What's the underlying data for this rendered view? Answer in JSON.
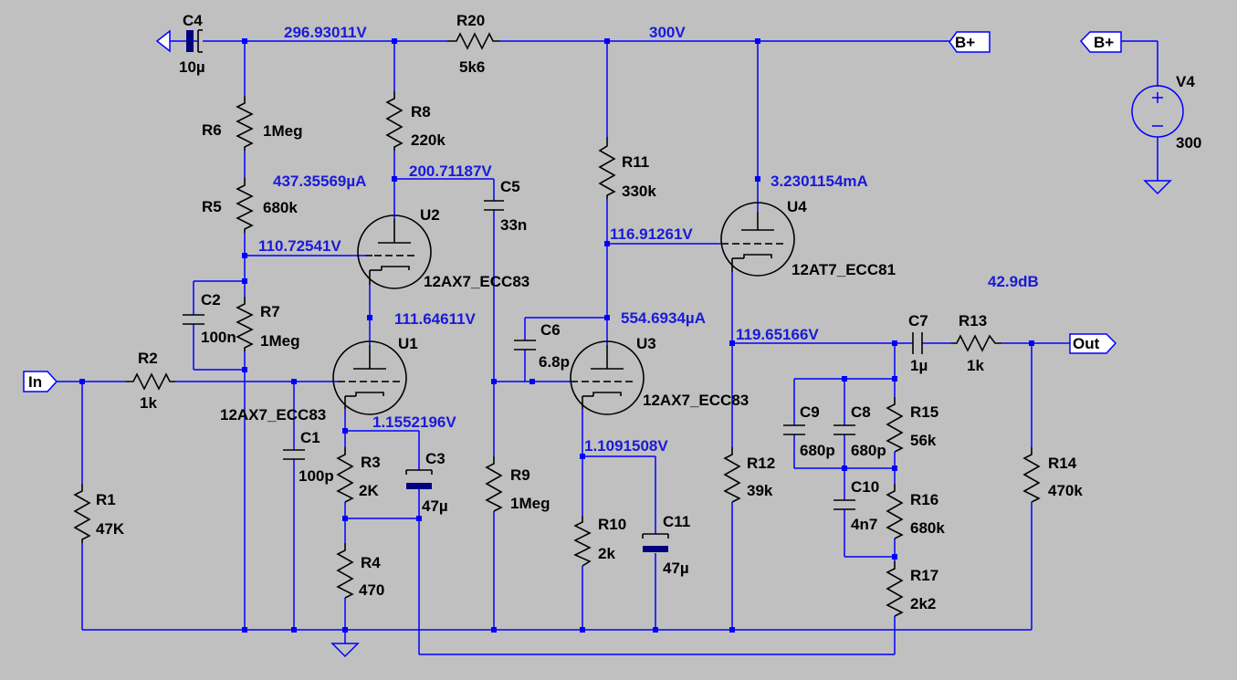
{
  "ports": {
    "in": "In",
    "out": "Out",
    "bplus_main": "B+",
    "bplus_supply": "B+"
  },
  "measure": {
    "gain": "42.9dB"
  },
  "node_labels": {
    "n_c4": "296.93011V",
    "n_bplus": "300V",
    "n_u2a_current": "437.35569µA",
    "n_u2a_voltage": "200.71187V",
    "n_u2g": "110.72541V",
    "n_u1a": "111.64611V",
    "n_u1k": "1.1552196V",
    "n_u3g": "116.91261V",
    "n_u3a_current": "554.6934µA",
    "n_u3k": "1.1091508V",
    "n_u4a_current": "3.2301154mA",
    "n_u4k": "119.65166V"
  },
  "components": {
    "c4": {
      "name": "C4",
      "value": "10µ"
    },
    "r20": {
      "name": "R20",
      "value": "5k6"
    },
    "r6": {
      "name": "R6",
      "value": "1Meg"
    },
    "r5": {
      "name": "R5",
      "value": "680k"
    },
    "r8": {
      "name": "R8",
      "value": "220k"
    },
    "c5": {
      "name": "C5",
      "value": "33n"
    },
    "r11": {
      "name": "R11",
      "value": "330k"
    },
    "u2": {
      "name": "U2",
      "value": "12AX7_ECC83"
    },
    "u4": {
      "name": "U4",
      "value": "12AT7_ECC81"
    },
    "c2": {
      "name": "C2",
      "value": "100n"
    },
    "r7": {
      "name": "R7",
      "value": "1Meg"
    },
    "r2": {
      "name": "R2",
      "value": "1k"
    },
    "u1": {
      "name": "U1",
      "value": "12AX7_ECC83"
    },
    "c6": {
      "name": "C6",
      "value": "6.8p"
    },
    "u3": {
      "name": "U3",
      "value": "12AX7_ECC83"
    },
    "c7": {
      "name": "C7",
      "value": "1µ"
    },
    "r13": {
      "name": "R13",
      "value": "1k"
    },
    "c1": {
      "name": "C1",
      "value": "100p"
    },
    "r3": {
      "name": "R3",
      "value": "2K"
    },
    "c3": {
      "name": "C3",
      "value": "47µ"
    },
    "r9": {
      "name": "R9",
      "value": "1Meg"
    },
    "r1": {
      "name": "R1",
      "value": "47K"
    },
    "r4": {
      "name": "R4",
      "value": "470"
    },
    "r10": {
      "name": "R10",
      "value": "2k"
    },
    "c11": {
      "name": "C11",
      "value": "47µ"
    },
    "r12": {
      "name": "R12",
      "value": "39k"
    },
    "c9": {
      "name": "C9",
      "value": "680p"
    },
    "c8": {
      "name": "C8",
      "value": "680p"
    },
    "r15": {
      "name": "R15",
      "value": "56k"
    },
    "c10": {
      "name": "C10",
      "value": "4n7"
    },
    "r16": {
      "name": "R16",
      "value": "680k"
    },
    "r17": {
      "name": "R17",
      "value": "2k2"
    },
    "r14": {
      "name": "R14",
      "value": "470k"
    },
    "v4": {
      "name": "V4",
      "value": "300"
    }
  },
  "colors": {
    "background": "#c0c0c0",
    "wire": "#0000ff",
    "component": "#000000",
    "node_value": "#1a1ad8"
  }
}
